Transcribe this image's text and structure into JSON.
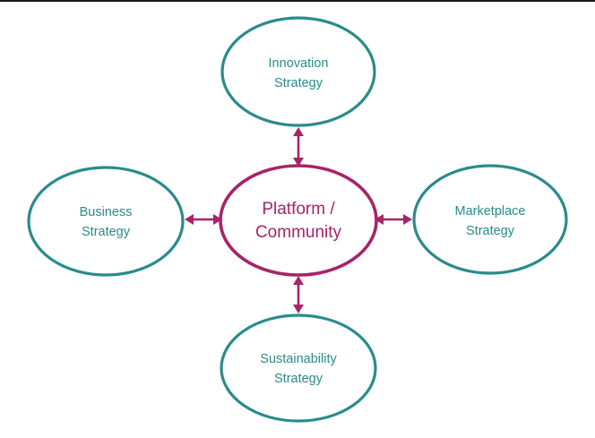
{
  "colors": {
    "outer": "#2a8b8b",
    "center": "#a62467",
    "arrow": "#a62467"
  },
  "nodes": {
    "center": {
      "line1": "Platform /",
      "line2": "Community"
    },
    "top": {
      "line1": "Innovation",
      "line2": "Strategy"
    },
    "left": {
      "line1": "Business",
      "line2": "Strategy"
    },
    "right": {
      "line1": "Marketplace",
      "line2": "Strategy"
    },
    "bottom": {
      "line1": "Sustainability",
      "line2": "Strategy"
    }
  }
}
